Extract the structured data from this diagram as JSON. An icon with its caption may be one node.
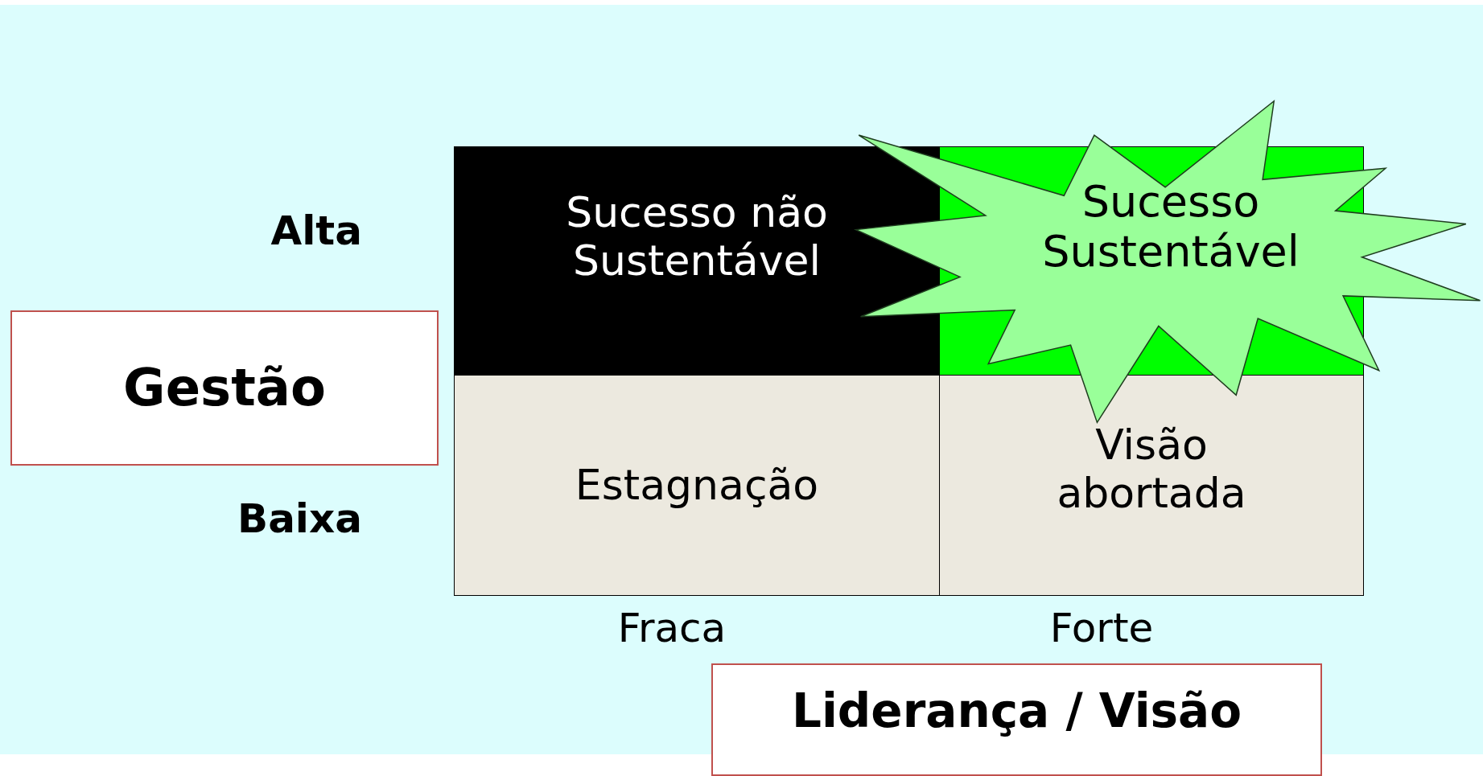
{
  "diagram": {
    "nodes": [
      {
        "text": [
          "Gestão"
        ]
      },
      {
        "text": [
          "Liderança / Visão"
        ]
      },
      {
        "text": [
          "Sucesso não Sustentável"
        ]
      },
      {
        "text": [
          "Estagnação"
        ]
      },
      {
        "text": [
          "Visão abortada"
        ]
      },
      {
        "text": [
          "Sucesso Sustentável"
        ]
      }
    ],
    "edges": [],
    "labels": [
      "Alta",
      "Baixa",
      "Fraca",
      "Forte"
    ]
  }
}
